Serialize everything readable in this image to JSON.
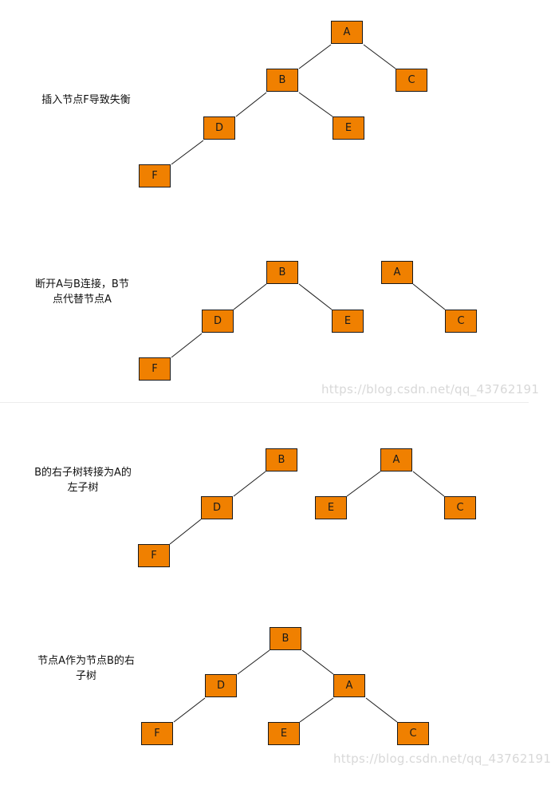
{
  "colors": {
    "node_fill": "#f08000",
    "node_border": "#1a1a1a",
    "edge": "#1a1a1a"
  },
  "steps": [
    {
      "caption_lines": [
        "插入节点F导致失衡"
      ]
    },
    {
      "caption_lines": [
        "断开A与B连接，B节",
        "点代替节点A"
      ]
    },
    {
      "caption_lines": [
        "B的右子树转接为A的",
        "左子树"
      ]
    },
    {
      "caption_lines": [
        "节点A作为节点B的右",
        "子树"
      ]
    }
  ],
  "node_labels": {
    "A": "A",
    "B": "B",
    "C": "C",
    "D": "D",
    "E": "E",
    "F": "F"
  },
  "watermark": "https://blog.csdn.net/qq_43762191"
}
